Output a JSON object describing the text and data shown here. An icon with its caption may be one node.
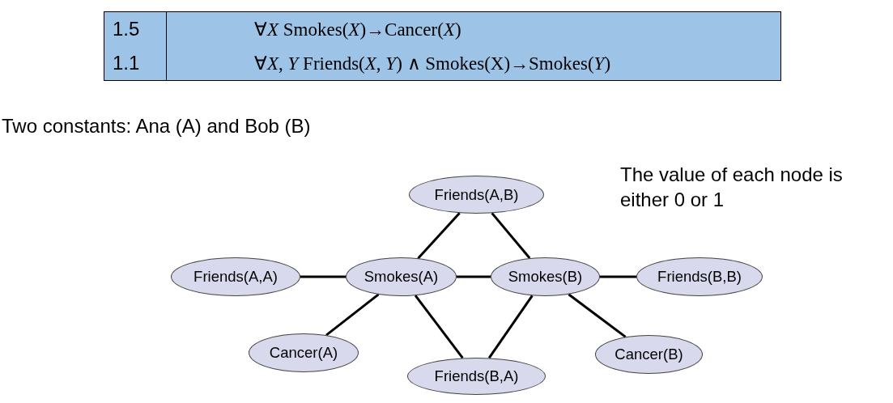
{
  "diagram": {
    "nodes": [
      {
        "text": [
          "Friends(A,B)"
        ]
      },
      {
        "text": [
          "Friends(A,A)"
        ]
      },
      {
        "text": [
          "Smokes(A)"
        ]
      },
      {
        "text": [
          "Smokes(B)"
        ]
      },
      {
        "text": [
          "Friends(B,B)"
        ]
      },
      {
        "text": [
          "Cancer(A)"
        ]
      },
      {
        "text": [
          "Cancer(B)"
        ]
      },
      {
        "text": [
          "Friends(B,A)"
        ]
      }
    ],
    "edges": [
      {
        "from": 0,
        "to": 2,
        "arrow": "none"
      },
      {
        "from": 0,
        "to": 3,
        "arrow": "none"
      },
      {
        "from": 1,
        "to": 2,
        "arrow": "none"
      },
      {
        "from": 2,
        "to": 3,
        "arrow": "none"
      },
      {
        "from": 3,
        "to": 4,
        "arrow": "none"
      },
      {
        "from": 2,
        "to": 5,
        "arrow": "none"
      },
      {
        "from": 3,
        "to": 6,
        "arrow": "none"
      },
      {
        "from": 2,
        "to": 7,
        "arrow": "none"
      },
      {
        "from": 3,
        "to": 7,
        "arrow": "none"
      }
    ],
    "labels": [
      "1.5",
      "∀*X* Smokes(*X*)→Cancer(*X*)",
      "1.1",
      "∀*X*, *Y* Friends(*X*, *Y*) ∧ Smokes(X)→Smokes(*Y*)",
      "Two constants: Ana (A) and Bob (B)",
      "The value of each node is either 0 or 1"
    ]
  }
}
